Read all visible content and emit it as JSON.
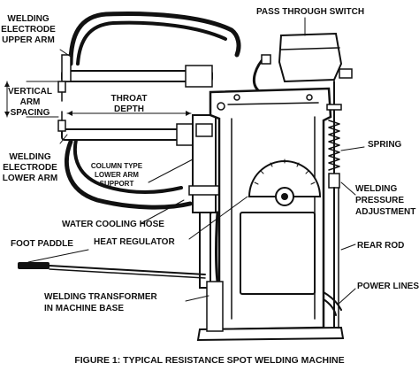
{
  "labels": {
    "pass_through_switch": "PASS THROUGH SWITCH",
    "upper_arm_1": "WELDING",
    "upper_arm_2": "ELECTRODE",
    "upper_arm_3": "UPPER ARM",
    "vertical_1": "VERTICAL",
    "vertical_2": "ARM",
    "vertical_3": "SPACING",
    "throat_1": "THROAT",
    "throat_2": "DEPTH",
    "lower_arm_1": "WELDING",
    "lower_arm_2": "ELECTRODE",
    "lower_arm_3": "LOWER ARM",
    "column_1": "COLUMN TYPE",
    "column_2": "LOWER ARM",
    "column_3": "SUPPORT",
    "spring": "SPRING",
    "pressure_1": "WELDING",
    "pressure_2": "PRESSURE",
    "pressure_3": "ADJUSTMENT",
    "water_hose": "WATER COOLING HOSE",
    "heat_regulator": "HEAT REGULATOR",
    "rear_rod": "REAR ROD",
    "foot_paddle": "FOOT PADDLE",
    "power_lines": "POWER LINES",
    "transformer_1": "WELDING TRANSFORMER",
    "transformer_2": "IN MACHINE BASE"
  },
  "caption": "FIGURE 1: TYPICAL RESISTANCE SPOT WELDING MACHINE"
}
